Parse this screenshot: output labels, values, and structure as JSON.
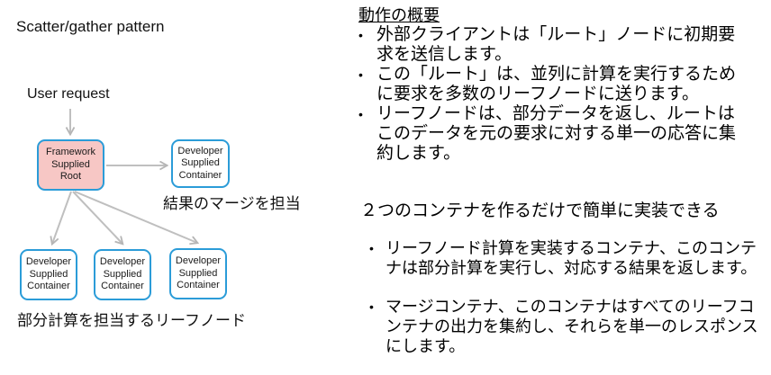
{
  "title": "Scatter/gather pattern",
  "bullet_char": "•",
  "diagram": {
    "user_request": "User request",
    "root_label": "Framework\nSupplied\nRoot",
    "merge_label": "Developer\nSupplied\nContainer",
    "leaf_labels": [
      "Developer\nSupplied\nContainer",
      "Developer\nSupplied\nContainer",
      "Developer\nSupplied\nContainer"
    ],
    "merge_caption": "結果のマージを担当",
    "leaves_caption": "部分計算を担当するリーフノード"
  },
  "overview": {
    "heading": "動作の概要",
    "bullets": [
      "外部クライアントは「ルート」ノードに初期要\n求を送信します。",
      "この「ルート」は、並列に計算を実行するため\nに要求を多数のリーフノードに送ります。",
      "リーフノードは、部分データを返し、ルートは\nこのデータを元の要求に対する単一の応答に集\n約します。"
    ]
  },
  "implementation": {
    "heading": "２つのコンテナを作るだけで簡単に実装できる",
    "bullets": [
      "リーフノード計算を実装するコンテナ、このコンテ\nナは部分計算を実行し、対応する結果を返します。",
      "マージコンテナ、このコンテナはすべてのリーフコ\nンテナの出力を集約し、それらを単一のレスポンス\nにします。"
    ]
  },
  "colors": {
    "node_border": "#2B9CD8",
    "root_fill": "#F7C7C5",
    "arrow": "#B5B5B5"
  }
}
